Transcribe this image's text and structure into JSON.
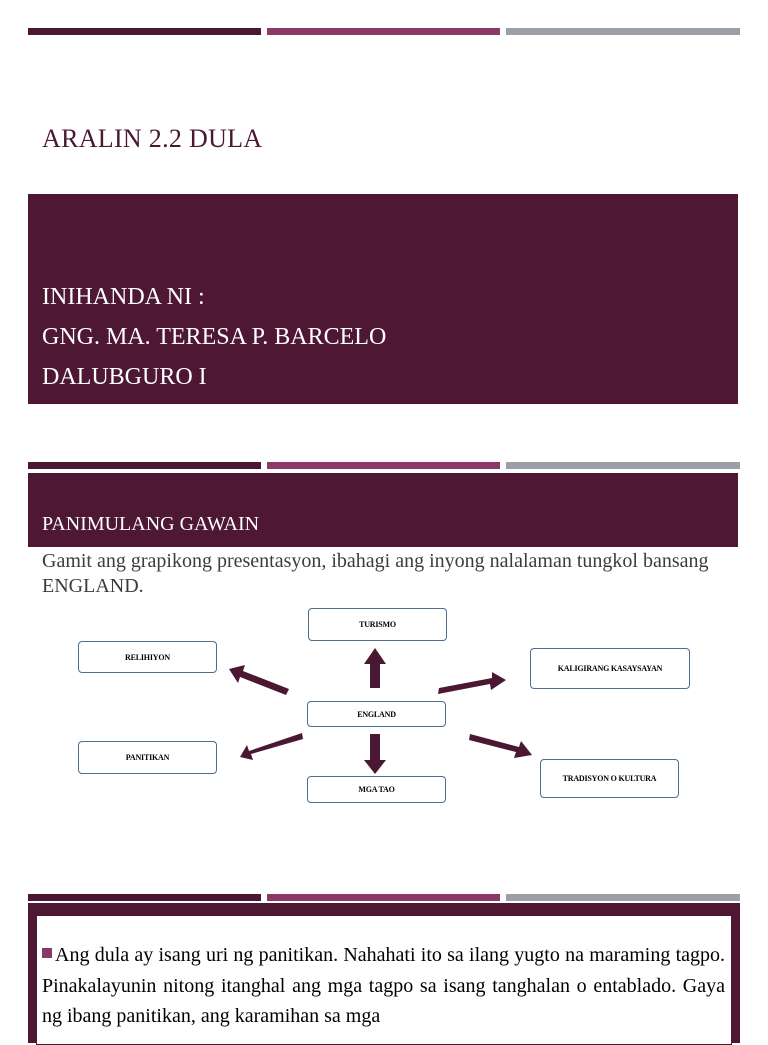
{
  "slide1": {
    "title": "ARALIN 2.2 DULA",
    "box_lines": [
      "INIHANDA NI :",
      "GNG. MA. TERESA P. BARCELO",
      "DALUBGURO I"
    ]
  },
  "slide2": {
    "heading": "PANIMULANG GAWAIN",
    "intro": " Gamit ang grapikong presentasyon, ibahagi ang inyong nalalaman tungkol bansang ENGLAND.",
    "diagram": {
      "center": "ENGLAND",
      "nodes": {
        "turismo": "TURISMO",
        "relihiyon": "RELIHIYON",
        "kaligirang": "KALIGIRANG KASAYSAYAN",
        "panitikan": "PANITIKAN",
        "mga_tao": "MGA TAO",
        "tradisyon": "TRADISYON O KULTURA"
      }
    }
  },
  "slide3": {
    "paragraph": "Ang dula ay isang uri ng panitikan. Nahahati ito sa ilang yugto na maraming tagpo. Pinakalayunin nitong itanghal ang mga tagpo sa isang tanghalan o entablado. Gaya ng ibang panitikan, ang karamihan sa mga"
  },
  "colors": {
    "maroon": "#4e1834",
    "plum": "#8b3a67",
    "gray": "#9aa0a6",
    "arrow": "#4a1832",
    "node_border": "#4f6d8f"
  }
}
